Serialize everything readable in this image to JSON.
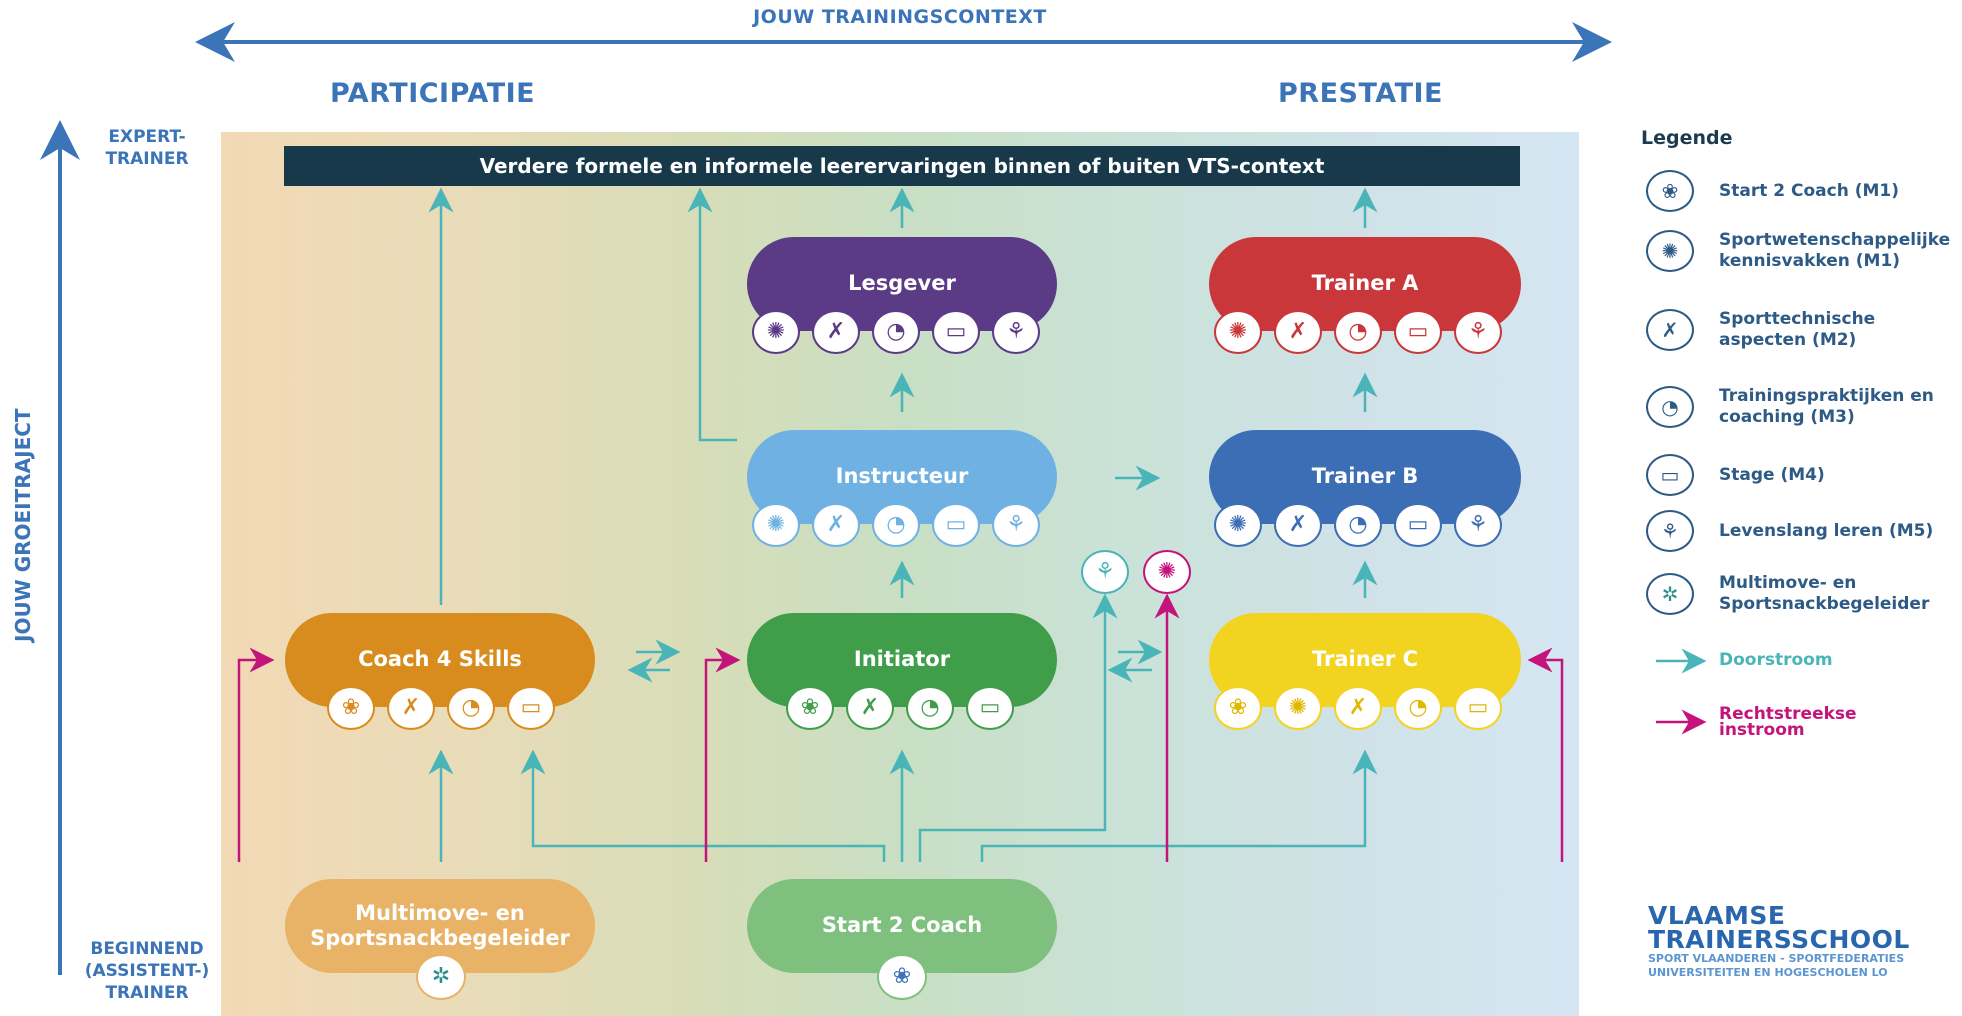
{
  "header": {
    "context_label": "JOUW TRAININGSCONTEXT",
    "col_left": "PARTICIPATIE",
    "col_right": "PRESTATIE"
  },
  "axis": {
    "top": "EXPERT-\nTRAINER",
    "bottom": "BEGINNEND\n(ASSISTENT-)\nTRAINER",
    "vertical": "JOUW GROEITRAJECT"
  },
  "banner": "Verdere formele en informele leerervaringen binnen of buiten VTS-context",
  "nodes": {
    "lesgever": "Lesgever",
    "trainer_a": "Trainer A",
    "instructeur": "Instructeur",
    "trainer_b": "Trainer B",
    "coach4skills": "Coach 4 Skills",
    "initiator": "Initiator",
    "trainer_c": "Trainer C",
    "multimove": "Multimove- en\nSportsnackbegeleider",
    "start2coach": "Start 2 Coach"
  },
  "colors": {
    "lesgever": "#5b3a86",
    "trainer_a": "#c9373a",
    "instructeur": "#6fb1e3",
    "trainer_b": "#3b6eb5",
    "coach4skills": "#d98c1e",
    "initiator": "#409d4a",
    "trainer_c": "#f2d320",
    "multimove": "#e8b267",
    "start2coach": "#7fc07f",
    "doorstroom": "#4ab5b8",
    "instroom": "#c4137a"
  },
  "legend": {
    "title": "Legende",
    "items": [
      {
        "icon": "start2coach-icon",
        "label": "Start 2 Coach (M1)"
      },
      {
        "icon": "brain-icon",
        "label": "Sportwetenschappelijke kennisvakken (M1)"
      },
      {
        "icon": "racket-icon",
        "label": "Sporttechnische aspecten (M2)"
      },
      {
        "icon": "whistle-icon",
        "label": "Trainingspraktijken en coaching (M3)"
      },
      {
        "icon": "badge-icon",
        "label": "Stage (M4)"
      },
      {
        "icon": "plant-icon",
        "label": "Levenslang leren (M5)"
      },
      {
        "icon": "multimove-icon",
        "label": "Multimove- en Sportsnackbegeleider"
      },
      {
        "icon": "doorstroom-arrow",
        "label": "Doorstroom"
      },
      {
        "icon": "instroom-arrow",
        "label": "Rechtstreekse instroom"
      }
    ]
  },
  "brand": {
    "name": "VLAAMSE\nTRAINERSSCHOOL",
    "sub": "SPORT VLAANDEREN - SPORTFEDERATIES\nUNIVERSITEITEN EN HOGESCHOLEN LO"
  }
}
